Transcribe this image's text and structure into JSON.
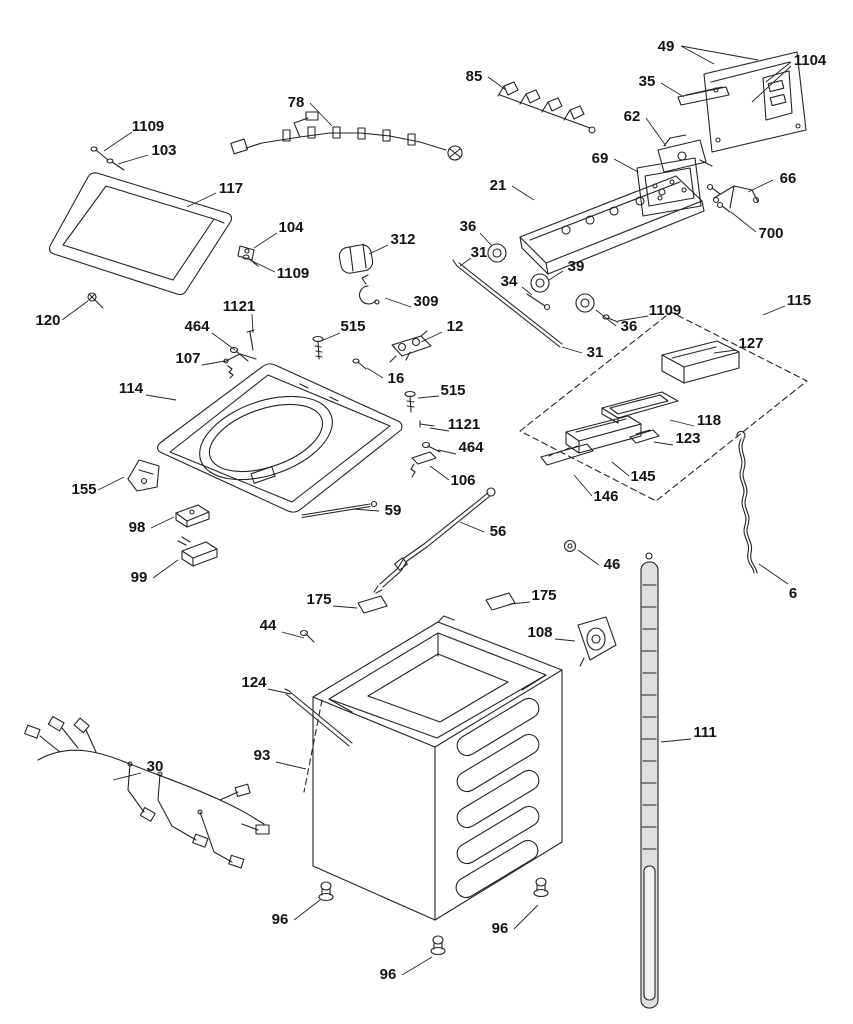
{
  "colors": {
    "background": "#ffffff",
    "line": "#232323",
    "label": "#141414"
  },
  "callouts": [
    {
      "label": "49"
    },
    {
      "label": "1104"
    },
    {
      "label": "85"
    },
    {
      "label": "35"
    },
    {
      "label": "62"
    },
    {
      "label": "78"
    },
    {
      "label": "69"
    },
    {
      "label": "66"
    },
    {
      "label": "21"
    },
    {
      "label": "700"
    },
    {
      "label": "1109"
    },
    {
      "label": "103"
    },
    {
      "label": "117"
    },
    {
      "label": "104"
    },
    {
      "label": "1109"
    },
    {
      "label": "312"
    },
    {
      "label": "36"
    },
    {
      "label": "31"
    },
    {
      "label": "39"
    },
    {
      "label": "34"
    },
    {
      "label": "1109"
    },
    {
      "label": "36"
    },
    {
      "label": "309"
    },
    {
      "label": "115"
    },
    {
      "label": "120"
    },
    {
      "label": "1121"
    },
    {
      "label": "464"
    },
    {
      "label": "515"
    },
    {
      "label": "12"
    },
    {
      "label": "127"
    },
    {
      "label": "107"
    },
    {
      "label": "16"
    },
    {
      "label": "31"
    },
    {
      "label": "114"
    },
    {
      "label": "515"
    },
    {
      "label": "118"
    },
    {
      "label": "1121"
    },
    {
      "label": "123"
    },
    {
      "label": "464"
    },
    {
      "label": "145"
    },
    {
      "label": "106"
    },
    {
      "label": "146"
    },
    {
      "label": "155"
    },
    {
      "label": "59"
    },
    {
      "label": "98"
    },
    {
      "label": "56"
    },
    {
      "label": "46"
    },
    {
      "label": "6"
    },
    {
      "label": "99"
    },
    {
      "label": "175"
    },
    {
      "label": "175"
    },
    {
      "label": "44"
    },
    {
      "label": "108"
    },
    {
      "label": "124"
    },
    {
      "label": "111"
    },
    {
      "label": "30"
    },
    {
      "label": "93"
    },
    {
      "label": "96"
    },
    {
      "label": "96"
    },
    {
      "label": "96"
    }
  ]
}
